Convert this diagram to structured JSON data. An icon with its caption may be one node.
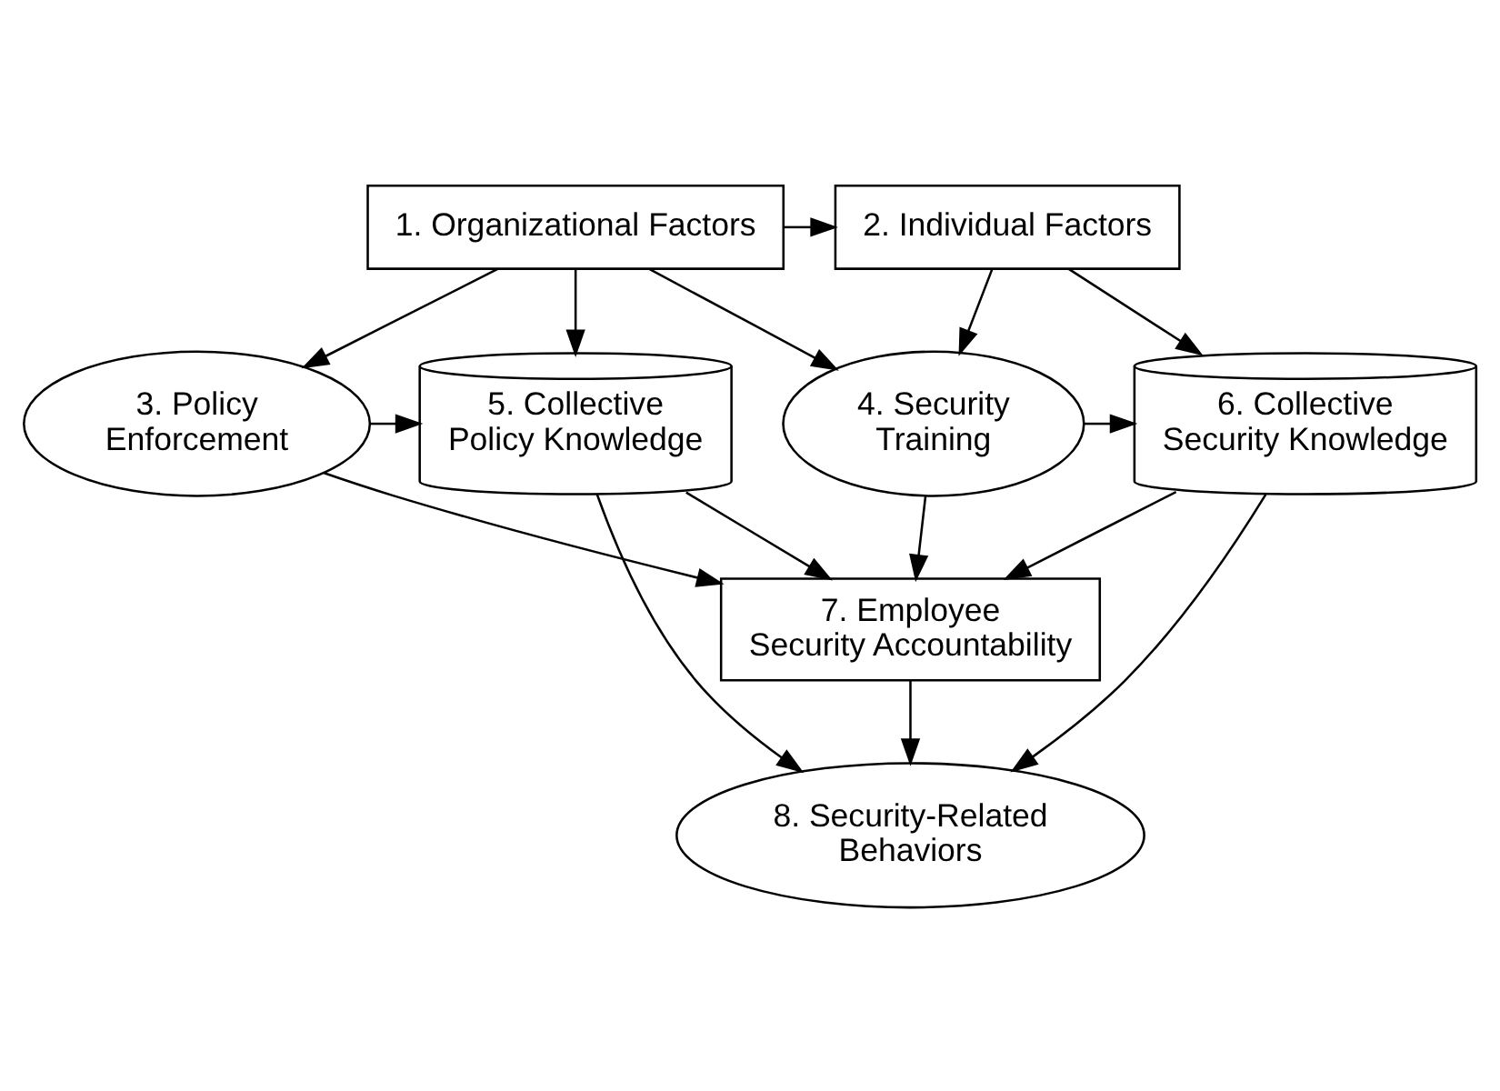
{
  "diagram": {
    "nodes": [
      {
        "text": [
          "1. Organizational Factors"
        ]
      },
      {
        "text": [
          "2. Individual Factors"
        ]
      },
      {
        "text": [
          "3. Policy Enforcement"
        ]
      },
      {
        "text": [
          "4. Security Training"
        ]
      },
      {
        "text": [
          "5. Collective Policy Knowledge"
        ]
      },
      {
        "text": [
          "6. Collective Security Knowledge"
        ]
      },
      {
        "text": [
          "7. Employee Security Accountability"
        ]
      },
      {
        "text": [
          "8. Security-Related Behaviors"
        ]
      }
    ],
    "edges": [
      {
        "from": 0,
        "to": 1,
        "arrow": "to"
      },
      {
        "from": 0,
        "to": 4,
        "arrow": "to"
      },
      {
        "from": 0,
        "to": 2,
        "arrow": "to"
      },
      {
        "from": 0,
        "to": 3,
        "arrow": "to"
      },
      {
        "from": 1,
        "to": 3,
        "arrow": "to"
      },
      {
        "from": 1,
        "to": 5,
        "arrow": "to"
      },
      {
        "from": 2,
        "to": 4,
        "arrow": "to"
      },
      {
        "from": 2,
        "to": 6,
        "arrow": "to"
      },
      {
        "from": 3,
        "to": 6,
        "arrow": "to"
      },
      {
        "from": 3,
        "to": 5,
        "arrow": "to"
      },
      {
        "from": 4,
        "to": 6,
        "arrow": "to"
      },
      {
        "from": 5,
        "to": 6,
        "arrow": "to"
      },
      {
        "from": 4,
        "to": 7,
        "arrow": "to"
      },
      {
        "from": 6,
        "to": 7,
        "arrow": "to"
      },
      {
        "from": 5,
        "to": 7,
        "arrow": "to"
      }
    ]
  }
}
